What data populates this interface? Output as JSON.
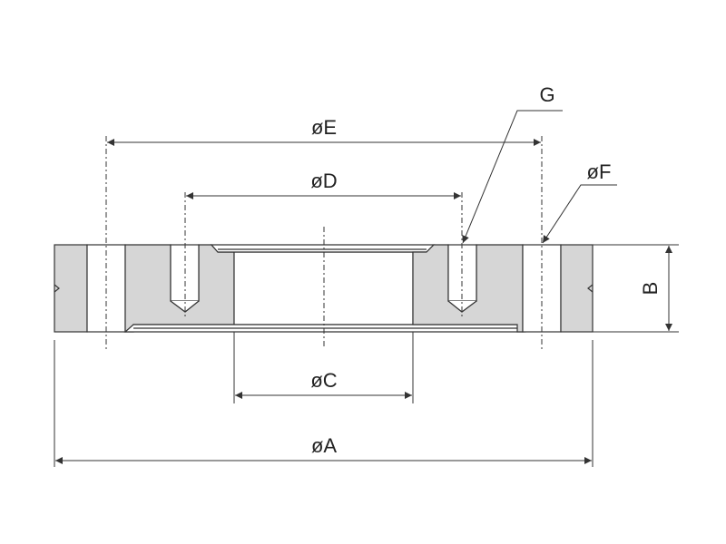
{
  "diagram": {
    "colors": {
      "part_fill": "#d6d6d6",
      "line": "#333333",
      "background": "#ffffff"
    },
    "labels": {
      "dia_a": "øA",
      "dia_c": "øC",
      "dia_d": "øD",
      "dia_e": "øE",
      "dia_f": "øF",
      "callout_g": "G",
      "height_b": "B"
    }
  }
}
